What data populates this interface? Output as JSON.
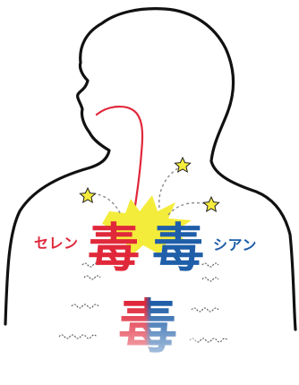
{
  "labels": {
    "selenium": "セレン",
    "cyanide": "シアン"
  },
  "poison_char": "毒",
  "colors": {
    "selenium": "#e0283a",
    "cyanide": "#1f5ea8",
    "burst": "#f4ec3a",
    "star": "#f6ec3c",
    "outline": "#111111"
  },
  "icons": [
    "star-icon",
    "burst-icon",
    "arrow"
  ]
}
